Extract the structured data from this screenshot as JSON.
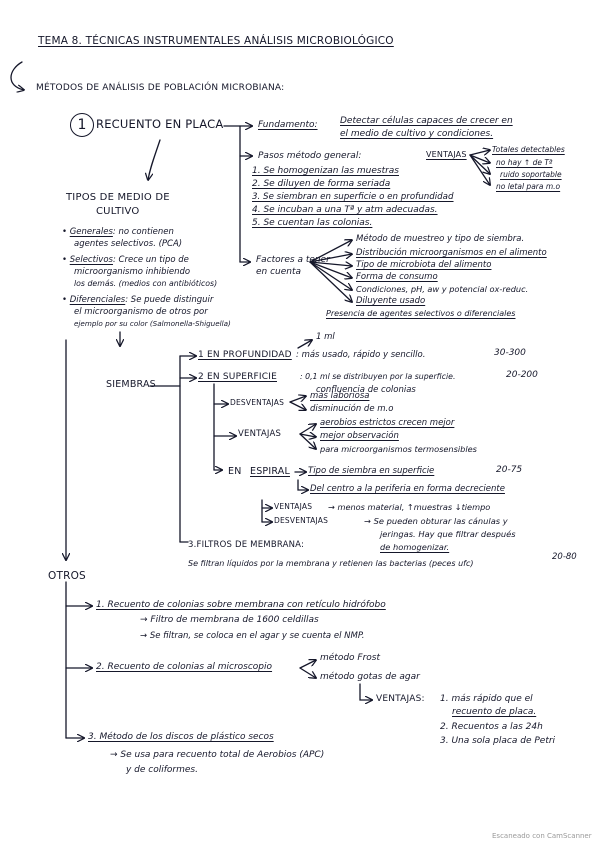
{
  "title": "TEMA 8. TÉCNICAS INSTRUMENTALES ANÁLISIS MICROBIOLÓGICO",
  "section": "MÉTODOS DE ANÁLISIS DE POBLACIÓN MICROBIANA:",
  "recuento": {
    "number": "1",
    "heading": "RECUENTO EN PLACA",
    "fundamento_label": "Fundamento:",
    "fundamento_lines": [
      "Detectar células capaces de crecer en",
      "el medio de cultivo y condiciones."
    ],
    "pasos_label": "Pasos método general:",
    "pasos": [
      "1. Se homogenizan las muestras",
      "2. Se diluyen de forma seriada",
      "3. Se siembran en superficie o en profundidad",
      "4. Se incuban a una Tª y atm adecuadas.",
      "5. Se cuentan las colonias."
    ],
    "ventajas_label": "VENTAJAS",
    "ventajas": [
      "Totales detectables",
      "no hay ↑ de Tª",
      "ruido soportable",
      "no letal para m.o"
    ],
    "factores_label": [
      "Factores a tener",
      "en cuenta"
    ],
    "factores": [
      "Método de muestreo y tipo de siembra.",
      "Distribución microorganismos en el alimento",
      "Tipo de microbiota del alimento",
      "Forma de consumo",
      "Condiciones, pH, aw y potencial ox-reduc.",
      "Diluyente usado",
      "Presencia de agentes selectivos o diferenciales"
    ]
  },
  "tipos": {
    "heading": [
      "TIPOS DE MEDIO DE",
      "CULTIVO"
    ],
    "generales_label": "Generales",
    "generales_rest": ": no contienen",
    "generales_line2": "agentes selectivos. (PCA)",
    "selectivos_label": "Selectivos",
    "selectivos_rest": ": Crece un tipo de",
    "selectivos_lines": [
      "microorganismo inhibiendo",
      "los demás. (medios con antibióticos)"
    ],
    "diferenciales_label": "Diferenciales",
    "diferenciales_rest": ": Se puede distinguir",
    "diferenciales_lines": [
      "el microorganismo de otros por",
      "ejemplo por su color (Salmonella-Shiguella)"
    ]
  },
  "siembras": {
    "heading": "SIEMBRAS",
    "one_ml": "1 ml",
    "profundidad_label": "1 EN PROFUNDIDAD",
    "profundidad_text": ": más usado, rápido y sencillo.",
    "profundidad_range": "30-300",
    "superficie_label": "2 EN SUPERFICIE",
    "superficie_text": ": 0,1 ml se distribuyen por la superficie.",
    "superficie_range": "20-200",
    "superficie_line2": "confluencia de colonias",
    "desventajas_label": "DESVENTAJAS",
    "desventajas": [
      "más laboriosa",
      "disminución de m.o"
    ],
    "ventajas_label": "VENTAJAS",
    "ventajas": [
      "aerobios estrictos crecen mejor",
      "mejor observación",
      "para microorganismos termosensibles"
    ],
    "espiral_prefix": "EN",
    "espiral_label": "ESPIRAL",
    "espiral_text": "Tipo de siembra en superficie",
    "espiral_range": "20-75",
    "espiral_line2": "Del centro a la periferia en forma decreciente",
    "espiral_ventajas_label": "VENTAJAS",
    "espiral_ventajas": "→ menos material, ↑muestras ↓tiempo",
    "espiral_desventajas_label": "DESVENTAJAS",
    "espiral_desventajas": [
      "→ Se pueden obturar las cánulas y",
      "jeringas. Hay que filtrar después",
      "de homogenizar."
    ],
    "filtros_label": "3.FILTROS DE MEMBRANA:",
    "filtros_range": "20-80",
    "filtros_text": "Se filtran líquidos por la membrana y retienen las bacterias (peces ufc)"
  },
  "otros": {
    "heading": "OTROS",
    "item1": "1. Recuento de colonias sobre membrana con retículo hidrófobo",
    "item1_sub": [
      "→ Filtro de membrana de 1600 celdillas",
      "→ Se filtran, se coloca en el agar y se cuenta el NMP."
    ],
    "item2": "2. Recuento de colonias al microscopio",
    "item2_methods": [
      "método Frost",
      "método gotas de agar"
    ],
    "item2_ventajas_label": "VENTAJAS:",
    "item2_ventajas": [
      "1. más rápido que el",
      "recuento de placa.",
      "2. Recuentos a las 24h",
      "3. Una sola placa de Petri"
    ],
    "item3": "3. Método de los discos de plástico secos",
    "item3_sub": [
      "→ Se usa para recuento total de Aerobios (APC)",
      "y de coliformes."
    ]
  },
  "footer": "Escaneado con CamScanner"
}
